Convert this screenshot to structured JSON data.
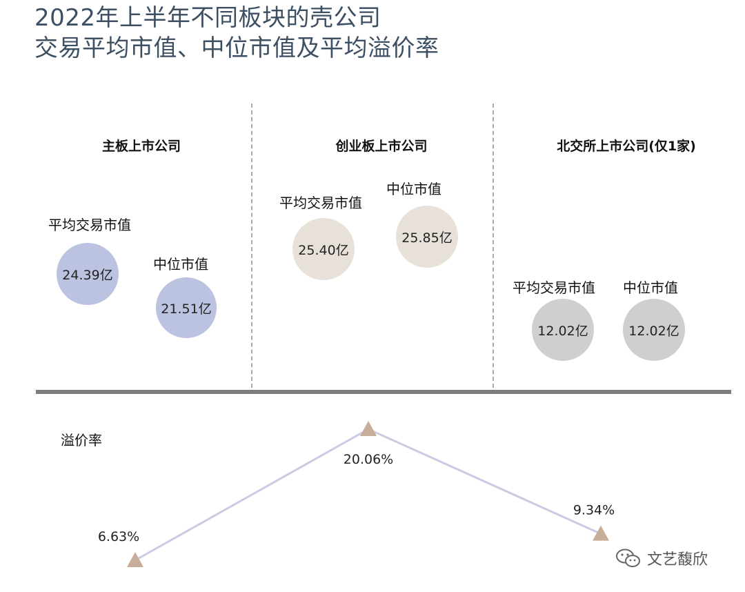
{
  "title": {
    "line1": "2022年上半年不同板块的壳公司",
    "line2": "交易平均市值、中位市值及平均溢价率"
  },
  "panels": [
    {
      "name": "主板上市公司",
      "avg_label": "平均交易市值",
      "avg_value": "24.39亿",
      "median_label": "中位市值",
      "median_value": "21.51亿"
    },
    {
      "name": "创业板上市公司",
      "avg_label": "平均交易市值",
      "avg_value": "25.40亿",
      "median_label": "中位市值",
      "median_value": "25.85亿"
    },
    {
      "name": "北交所上市公司(仅1家)",
      "avg_label": "平均交易市值",
      "avg_value": "12.02亿",
      "median_label": "中位市值",
      "median_value": "12.02亿"
    }
  ],
  "premium": {
    "label": "溢价率",
    "points": [
      {
        "board": "主板上市公司",
        "text": "6.63%"
      },
      {
        "board": "创业板上市公司",
        "text": "20.06%"
      },
      {
        "board": "北交所上市公司(仅1家)",
        "text": "9.34%"
      }
    ]
  },
  "chart_data": {
    "type": "line",
    "categories": [
      "主板上市公司",
      "创业板上市公司",
      "北交所上市公司(仅1家)"
    ],
    "series": [
      {
        "name": "溢价率",
        "values": [
          6.63,
          20.06,
          9.34
        ]
      }
    ],
    "market_values": {
      "avg": [
        24.39,
        25.4,
        12.02
      ],
      "median": [
        21.51,
        25.85,
        12.02
      ]
    },
    "title": "2022年上半年不同板块的壳公司 交易平均市值、中位市值及平均溢价率",
    "ylabel": "溢价率"
  },
  "colors": {
    "main_circle": "#bcc3e0",
    "gem_circle": "#e7e1da",
    "bse_circle": "#cfcfcf",
    "line": "#c9cbe0",
    "marker": "#c8ad9b",
    "title": "#3d4f63"
  },
  "watermark": {
    "text": "文艺馥欣",
    "icon": "wechat-icon"
  }
}
